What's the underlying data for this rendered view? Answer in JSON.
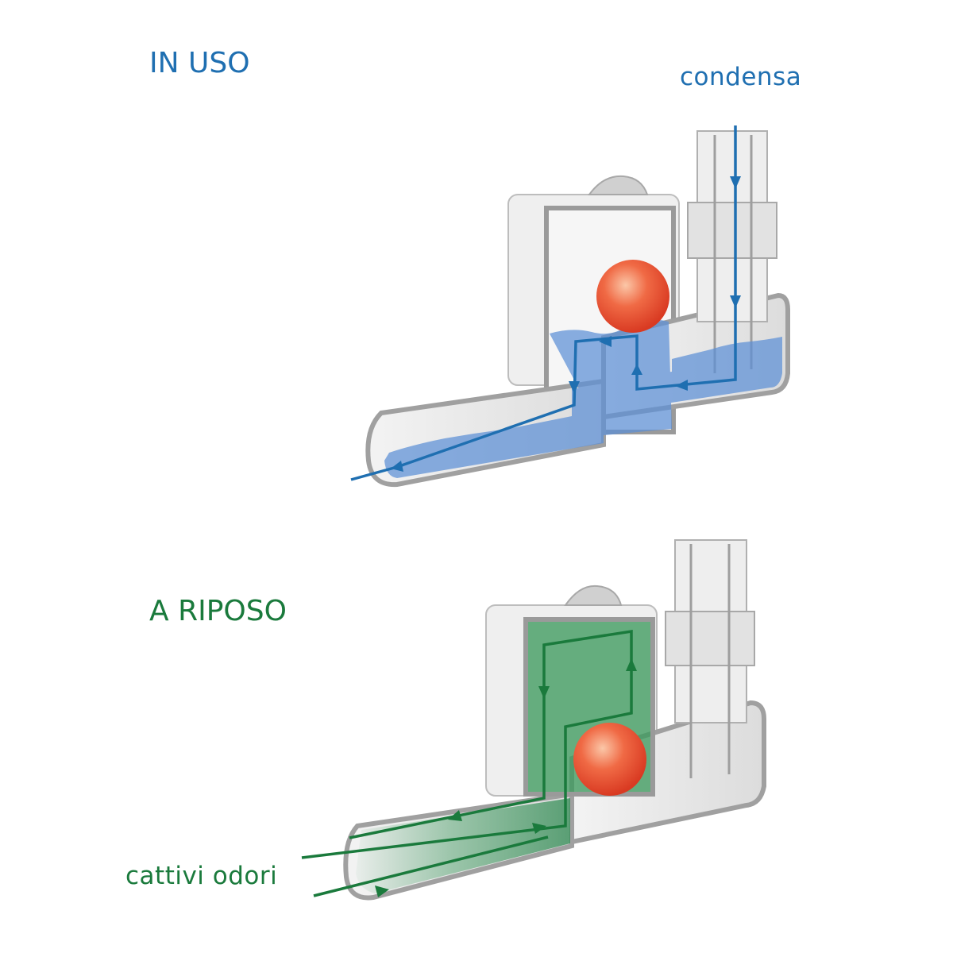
{
  "top_diagram": {
    "title": "IN USO",
    "flow_label": "condensa"
  },
  "bottom_diagram": {
    "title": "A RIPOSO",
    "flow_label": "cattivi odori"
  },
  "colors": {
    "water_flow": "#1f6fb1",
    "water_fill": "#5b8fd6",
    "odor_flow": "#1a7a3c",
    "odor_fill": "#3d9a5e",
    "ball": "#e8472f",
    "body": "#e3e3e3",
    "outline": "#9a9a9a"
  },
  "icons": [
    "float-ball",
    "pipe-fitting",
    "flow-arrow"
  ]
}
